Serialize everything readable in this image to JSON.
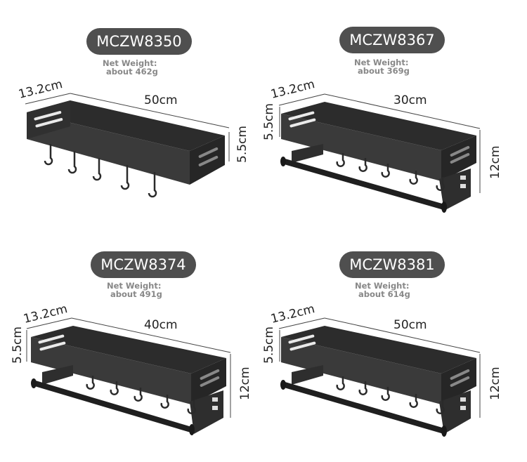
{
  "products": [
    {
      "model": "MCZW8350",
      "weight_label": "Net Weight:",
      "weight_value": "about 462g",
      "depth": "13.2cm",
      "length": "50cm",
      "height": "5.5cm",
      "has_towel_bar": false
    },
    {
      "model": "MCZW8367",
      "weight_label": "Net Weight:",
      "weight_value": "about 369g",
      "depth": "13.2cm",
      "length": "30cm",
      "height": "5.5cm",
      "total_height": "12cm",
      "has_towel_bar": true
    },
    {
      "model": "MCZW8374",
      "weight_label": "Net Weight:",
      "weight_value": "about 491g",
      "depth": "13.2cm",
      "length": "40cm",
      "height": "5.5cm",
      "total_height": "12cm",
      "has_towel_bar": true
    },
    {
      "model": "MCZW8381",
      "weight_label": "Net Weight:",
      "weight_value": "about 614g",
      "depth": "13.2cm",
      "length": "50cm",
      "height": "5.5cm",
      "total_height": "12cm",
      "has_towel_bar": true
    }
  ],
  "colors": {
    "pill": "#4f4f4f",
    "rack": "#3a3a3a",
    "rack_dark": "#262626",
    "weight_text": "#888888"
  }
}
